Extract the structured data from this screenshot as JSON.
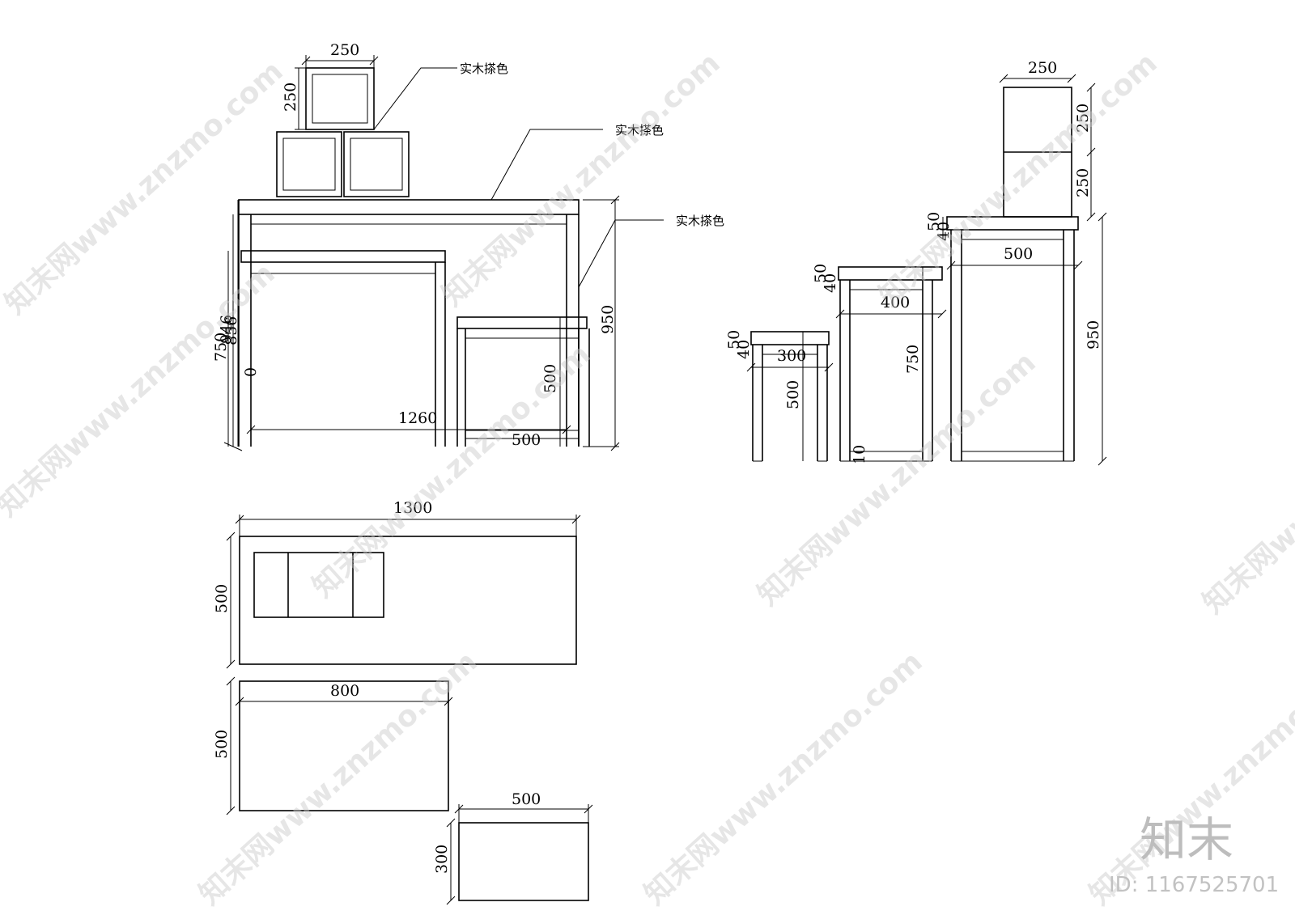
{
  "annotations": {
    "material_note": "实木搽色"
  },
  "dimensions": {
    "d250": "250",
    "d1260": "1260",
    "d500": "500",
    "d950": "950",
    "d750": "750",
    "d946": "946",
    "d856": "856",
    "d0": "0",
    "d50": "50",
    "d40": "40",
    "d10": "10",
    "d300": "300",
    "d400": "400",
    "d1300": "1300",
    "d800": "800"
  },
  "watermark": {
    "text": "知末网www.znzmo.com",
    "brand": "知末",
    "id": "ID: 1167525701"
  }
}
